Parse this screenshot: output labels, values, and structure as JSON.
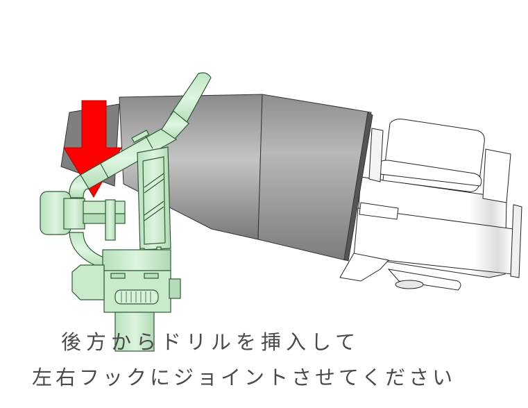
{
  "figure": {
    "description": "Assembly instruction illustration: mint-green arm frame attached to grey cylindrical drill unit with white rear housing; red arrow indicates insertion direction",
    "colors": {
      "background": "#ffffff",
      "drill_grey": "#9a9a9a",
      "frame_green": "#c9ebcc",
      "frame_outline": "#2f5a35",
      "arrow_red": "#ff0000",
      "rear_housing": "#ffffff",
      "caption_text": "#4a4a4a"
    },
    "parts": [
      "drill-body",
      "rear-housing",
      "green-arm-frame",
      "red-arrow"
    ],
    "arrow_direction": "down"
  },
  "caption": {
    "line1": "後方からドリルを挿入して",
    "line2": "左右フックにジョイントさせてください"
  }
}
